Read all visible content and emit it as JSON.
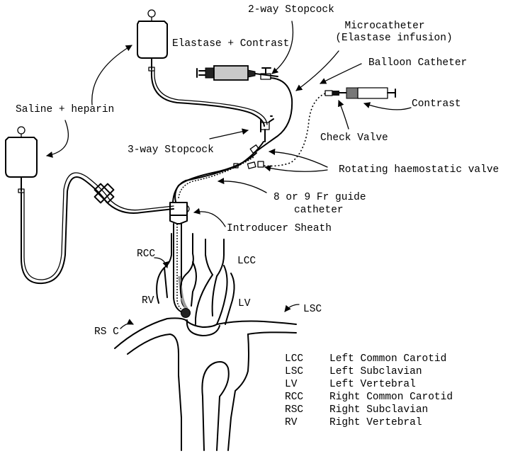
{
  "labels": {
    "saline_heparin": "Saline + heparin",
    "elastase_contrast": "Elastase + Contrast",
    "two_way_stopcock": "2-way Stopcock",
    "microcatheter": "Microcatheter",
    "elastase_infusion": "(Elastase infusion)",
    "balloon_catheter": "Balloon Catheter",
    "contrast": "Contrast",
    "check_valve": "Check Valve",
    "three_way_stopcock": "3-way Stopcock",
    "rotating_valve": "Rotating haemostatic valve",
    "guide_catheter_line1": "8 or 9 Fr guide",
    "guide_catheter_line2": "catheter",
    "introducer_sheath": "Introducer Sheath",
    "rcc": "RCC",
    "lcc": "LCC",
    "rv": "RV",
    "lv": "LV",
    "lsc": "LSC",
    "rsc": "RS C"
  },
  "legend": [
    {
      "abbr": "LCC",
      "full": "Left Common Carotid"
    },
    {
      "abbr": "LSC",
      "full": "Left Subclavian"
    },
    {
      "abbr": "LV",
      "full": "Left Vertebral"
    },
    {
      "abbr": "RCC",
      "full": "Right Common Carotid"
    },
    {
      "abbr": "RSC",
      "full": "Right Subclavian"
    },
    {
      "abbr": "RV",
      "full": "Right Vertebral"
    }
  ]
}
